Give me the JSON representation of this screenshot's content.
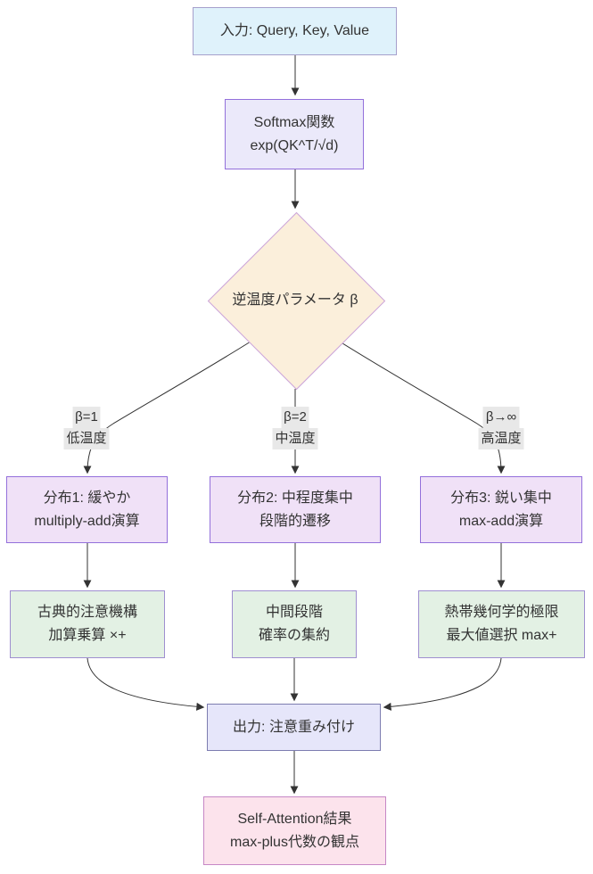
{
  "diagram": {
    "type": "flowchart",
    "nodes": {
      "input": {
        "line1": "入力: Query, Key, Value"
      },
      "softmax": {
        "line1": "Softmax関数",
        "line2": "exp(QK^T/√d)"
      },
      "beta": {
        "line1": "逆温度パラメータ β"
      },
      "dist1": {
        "line1": "分布1: 緩やか",
        "line2": "multiply-add演算"
      },
      "dist2": {
        "line1": "分布2: 中程度集中",
        "line2": "段階的遷移"
      },
      "dist3": {
        "line1": "分布3: 鋭い集中",
        "line2": "max-add演算"
      },
      "classic": {
        "line1": "古典的注意機構",
        "line2": "加算乗算 ×+"
      },
      "middle": {
        "line1": "中間段階",
        "line2": "確率の集約"
      },
      "tropical": {
        "line1": "熱帯幾何学的極限",
        "line2": "最大値選択 max+"
      },
      "output": {
        "line1": "出力: 注意重み付け"
      },
      "result": {
        "line1": "Self-Attention結果",
        "line2": "max-plus代数の観点"
      }
    },
    "edge_labels": {
      "low": {
        "line1": "β=1",
        "line2": "低温度"
      },
      "mid": {
        "line1": "β=2",
        "line2": "中温度"
      },
      "high": {
        "line1": "β→∞",
        "line2": "高温度"
      }
    },
    "colors": {
      "input_fill": "#dff2fb",
      "input_border": "#a6a0cc",
      "softmax_fill": "#ebe9fa",
      "softmax_border": "#9370db",
      "diamond_fill": "#fbefdb",
      "diamond_border": "#cba4db",
      "dist_fill": "#f0e1f7",
      "dist_border": "#9370db",
      "limit_fill": "#e3f1e4",
      "limit_border": "#9f8fd0",
      "output_fill": "#e6e6fa",
      "output_border": "#7d7db0",
      "result_fill": "#fce3ec",
      "result_border": "#c687c6",
      "edge_stroke": "#333333",
      "edge_label_bg": "#e8e8e8",
      "text": "#333333"
    }
  }
}
